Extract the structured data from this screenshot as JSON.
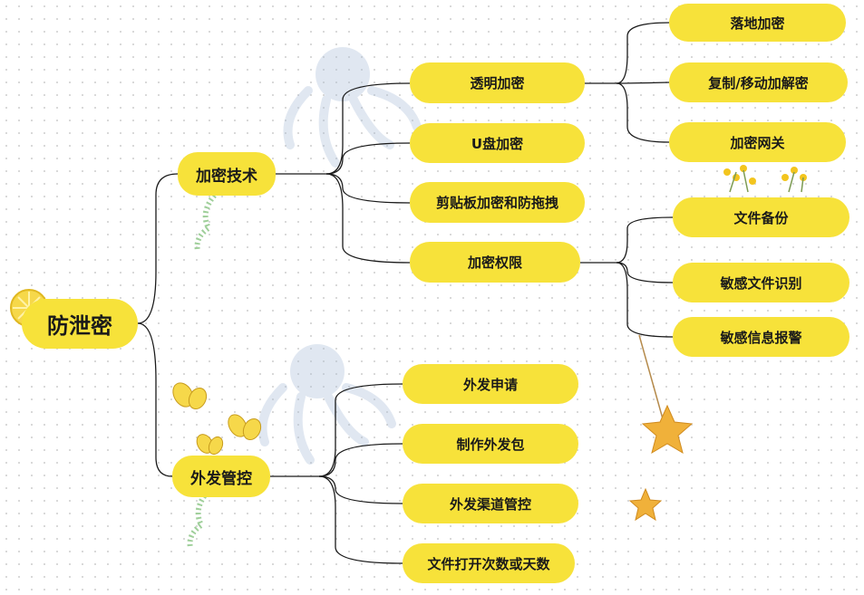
{
  "mindmap": {
    "root": {
      "label": "防泄密"
    },
    "branches": [
      {
        "label": "加密技术",
        "children": [
          {
            "label": "透明加密",
            "children": [
              "落地加密",
              "复制/移动加解密",
              "加密网关"
            ]
          },
          {
            "label": "U盘加密"
          },
          {
            "label": "剪贴板加密和防拖拽"
          },
          {
            "label": "加密权限",
            "children": [
              "文件备份",
              "敏感文件识别",
              "敏感信息报警"
            ]
          }
        ]
      },
      {
        "label": "外发管控",
        "children": [
          {
            "label": "外发申请"
          },
          {
            "label": "制作外发包"
          },
          {
            "label": "外发渠道管控"
          },
          {
            "label": "文件打开次数或天数"
          }
        ]
      }
    ]
  },
  "colors": {
    "node_fill": "#f7e23a",
    "line": "#1a1a1a",
    "star": "#f0b13a"
  },
  "decorations": [
    "octopus-watermark-icon",
    "lemon-icon",
    "butterfly-icon",
    "star-icon",
    "flower-icon",
    "ribbon-icon"
  ]
}
